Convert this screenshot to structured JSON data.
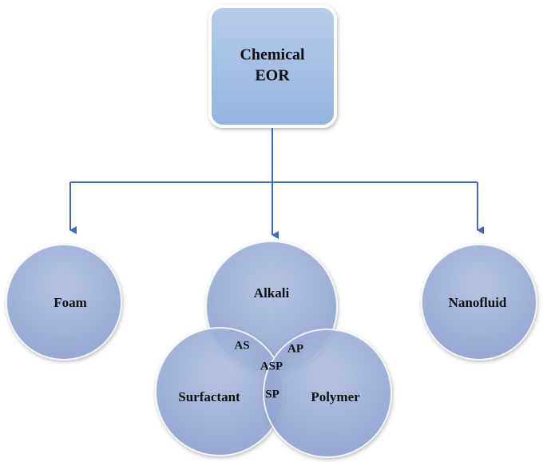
{
  "root": {
    "line1": "Chemical",
    "line2": "EOR"
  },
  "nodes": {
    "foam": "Foam",
    "alkali": "Alkali",
    "nanofluid": "Nanofluid",
    "surfactant": "Surfactant",
    "polymer": "Polymer"
  },
  "overlaps": {
    "as": "AS",
    "ap": "AP",
    "asp": "ASP",
    "sp": "SP"
  },
  "colors": {
    "line": "#3d6bc4",
    "circle": "#8ea6d6",
    "box": "#a9c3e6"
  }
}
